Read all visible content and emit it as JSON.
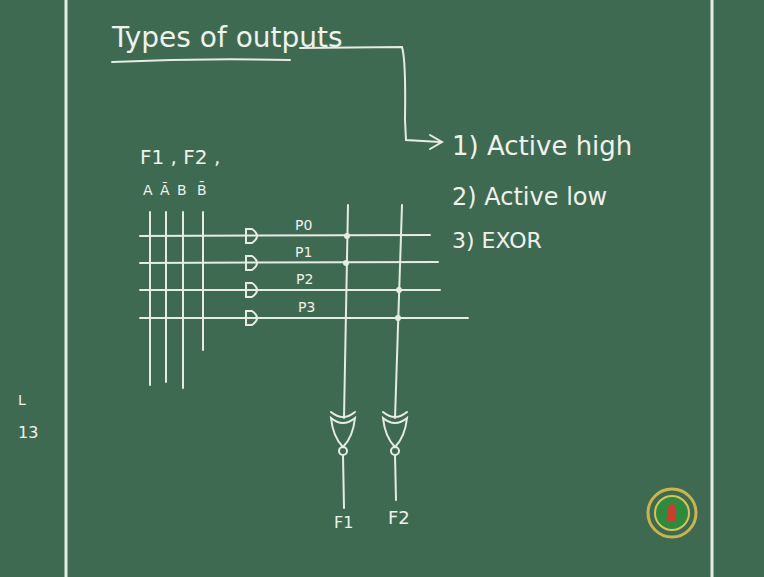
{
  "diagram": {
    "title": "Types of outputs",
    "labels": [
      "1) Active high",
      "2) Active low",
      "3) EXOR",
      "F1 , F2 ,",
      "A",
      "Ā",
      "B",
      "B̄",
      "P0",
      "P1",
      "P2",
      "P3",
      "F1",
      "F2",
      "L",
      "13"
    ]
  }
}
